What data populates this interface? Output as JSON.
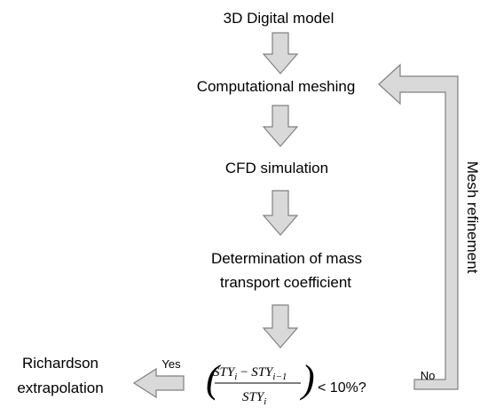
{
  "diagram": {
    "steps": [
      {
        "id": "model",
        "label": "3D Digital model"
      },
      {
        "id": "meshing",
        "label": "Computational meshing"
      },
      {
        "id": "cfd",
        "label": "CFD simulation"
      },
      {
        "id": "determination",
        "label_line1": "Determination of mass",
        "label_line2": "transport coefficient"
      }
    ],
    "convergence": {
      "numerator_a": "STY",
      "sub_a": "i",
      "minus": " − ",
      "numerator_b": "STY",
      "sub_b": "i−1",
      "denominator": "STY",
      "sub_den": "i",
      "left_paren": "(",
      "right_paren": ")",
      "comparison": "< 10%?"
    },
    "yes_label": "Yes",
    "no_label": "No",
    "yes_target_line1": "Richardson",
    "yes_target_line2": "extrapolation",
    "loop_label": "Mesh refinement"
  }
}
